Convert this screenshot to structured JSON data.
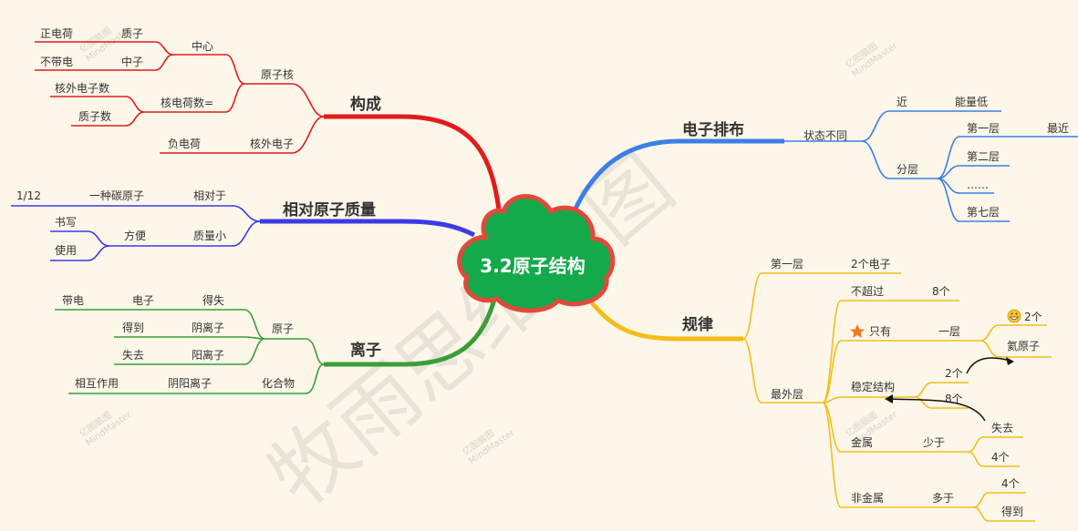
{
  "center": "3.2原子结构",
  "watermark": {
    "brand_cn": "亿图脑图",
    "brand_en": "MindMaster",
    "author": "牧雨思维导图"
  },
  "colors": {
    "red": "#e21c1c",
    "blue_left": "#3b3be6",
    "green": "#3a9e3a",
    "blue_right": "#3d7ee8",
    "yellow": "#f4bd1a",
    "cloud": "#14a94a",
    "cloud_border": "#e2483c"
  },
  "branches": {
    "goucheng": {
      "label": "构成",
      "yuanzihe": "原子核",
      "zhongxin": "中心",
      "zhengdianhe": "正电荷",
      "zhizi": "质子",
      "budaidian": "不带电",
      "zhongzi": "中子",
      "hedianheshu": "核电荷数=",
      "hewaidianzishu": "核外电子数",
      "zhizishu": "质子数",
      "hewaidianzi": "核外电子",
      "fudianhe": "负电荷"
    },
    "xiangdui": {
      "label": "相对原子质量",
      "xiangduiyu": "相对于",
      "yizhongtan": "一种碳原子",
      "fraction": "1/12",
      "zhiliangxiao": "质量小",
      "fangbian": "方便",
      "shuxie": "书写",
      "shiyong": "使用"
    },
    "lizi": {
      "label": "离子",
      "yuanzi": "原子",
      "deshi": "得失",
      "dianzi": "电子",
      "daidian": "带电",
      "yinlizi": "阴离子",
      "dedao": "得到",
      "yanglizi": "阳离子",
      "shiqu": "失去",
      "huahewu": "化合物",
      "yinyanglizi": "阴阳离子",
      "xianghuzuoyong": "相互作用"
    },
    "dianzi": {
      "label": "电子排布",
      "zhuangtai": "状态不同",
      "jin": "近",
      "nengliangdi": "能量低",
      "fenceng": "分层",
      "diyiceng": "第一层",
      "zuijin": "最近",
      "dierceng": "第二层",
      "dots": "……",
      "diqiceng": "第七层"
    },
    "guilv": {
      "label": "规律",
      "diyiceng": "第一层",
      "liangge": "2个电子",
      "zuiwaiceng": "最外层",
      "buchaoguo": "不超过",
      "bage": "8个",
      "zhiyou": "只有",
      "yiceng": "一层",
      "erge": "2个",
      "hai": "氦原子",
      "wending": "稳定结构",
      "w2": "2个",
      "w8": "8个",
      "jinshu": "金属",
      "shaoyu": "少于",
      "shiqu": "失去",
      "sige": "4个",
      "feijinshu": "非金属",
      "duoyu": "多于",
      "sige2": "4个",
      "dedao": "得到"
    }
  }
}
